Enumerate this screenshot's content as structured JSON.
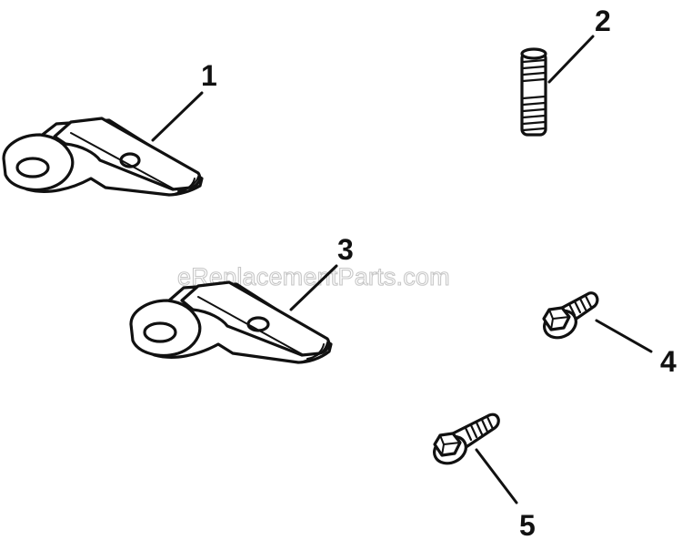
{
  "diagram": {
    "watermark": "eReplacementParts.com",
    "callouts": [
      {
        "id": "1",
        "label": "1"
      },
      {
        "id": "2",
        "label": "2"
      },
      {
        "id": "3",
        "label": "3"
      },
      {
        "id": "4",
        "label": "4"
      },
      {
        "id": "5",
        "label": "5"
      }
    ],
    "parts": [
      {
        "callout": "1",
        "kind": "bracket"
      },
      {
        "callout": "2",
        "kind": "stud"
      },
      {
        "callout": "3",
        "kind": "bracket"
      },
      {
        "callout": "4",
        "kind": "hex-flange-screw"
      },
      {
        "callout": "5",
        "kind": "hex-flange-screw"
      }
    ]
  }
}
